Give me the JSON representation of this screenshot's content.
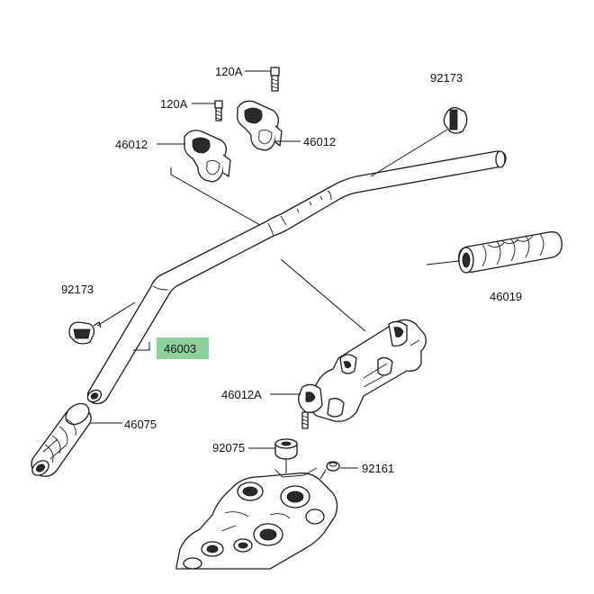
{
  "parts": {
    "bolt_upper": "120A",
    "bolt_lower": "120A",
    "clamp_left": "46012",
    "clamp_right": "46012",
    "clamp_cap_right": "92173",
    "clamp_cap_left": "92173",
    "handlebar": "46003",
    "grip_right": "46019",
    "grip_left": "46075",
    "holder": "46012A",
    "damper": "92075",
    "plug": "92161"
  },
  "colors": {
    "highlight": "#8fd19a",
    "line": "#111111"
  },
  "icons": {
    "bolt": "bolt-icon",
    "clamp": "clamp-icon",
    "grip": "grip-icon",
    "handlebar": "handlebar-icon"
  }
}
